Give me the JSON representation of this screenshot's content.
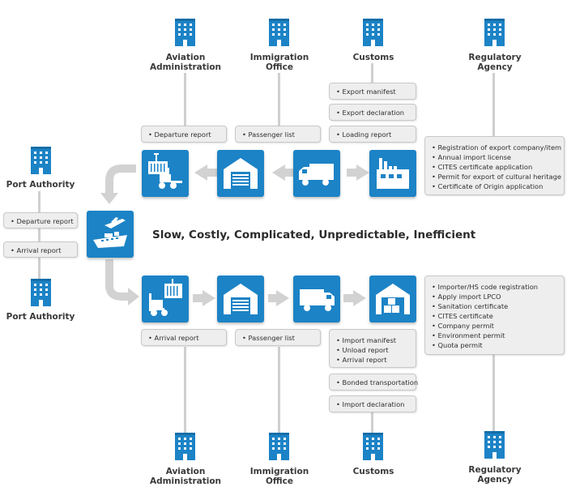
{
  "top_agencies": {
    "aviation": "Aviation\nAdministration",
    "immigration": "Immigration\nOffice",
    "customs": "Customs",
    "regulatory": "Regulatory\nAgency"
  },
  "bottom_agencies": {
    "aviation": "Aviation\nAdministration",
    "immigration": "Immigration\nOffice",
    "customs": "Customs",
    "regulatory": "Regulatory\nAgency"
  },
  "port_authority_top": "Port Authority",
  "port_authority_bottom": "Port Authority",
  "headline": "Slow, Costly, Complicated, Unpredictable, Inefficient",
  "export_docs": {
    "customs": [
      "Export manifest",
      "Export declaration",
      "Loading report"
    ],
    "aviation": [
      "Departure report"
    ],
    "immigration": [
      "Passenger list"
    ],
    "regulatory": [
      "Registration of export company/item",
      "Annual import license",
      "CITES certificate application",
      "Permit for export of cultural heritage",
      "Certificate of Origin application"
    ]
  },
  "port_docs": [
    "Departure report",
    "Arrival report"
  ],
  "import_docs": {
    "aviation": [
      "Arrival report"
    ],
    "immigration": [
      "Passenger list"
    ],
    "customs_group": [
      "Import manifest",
      "Unload report",
      "Arrival report"
    ],
    "customs_bonded": [
      "Bonded transportation"
    ],
    "customs_declaration": [
      "Import declaration"
    ],
    "regulatory": [
      "Importer/HS code registration",
      "Apply import LPCO",
      "Sanitation certificate",
      "CITES certificate",
      "Company permit",
      "Environment permit",
      "Quota permit"
    ]
  },
  "colors": {
    "tile": "#1c83c6",
    "arrow": "#cfcfcf",
    "box_bg": "#eeeeee",
    "building": "#1c83c6"
  }
}
